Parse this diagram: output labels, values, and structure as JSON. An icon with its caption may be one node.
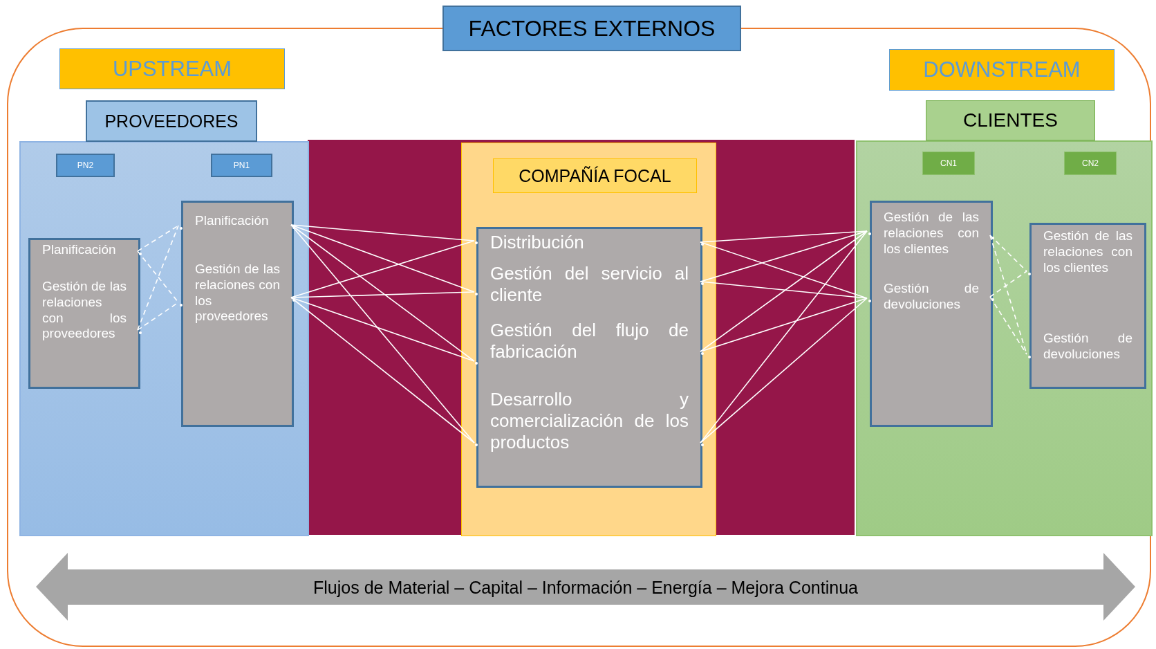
{
  "diagram": {
    "nodes": [
      {
        "text": [
          "FACTORES EXTERNOS"
        ]
      },
      {
        "text": [
          "UPSTREAM"
        ],
        "in": 0
      },
      {
        "text": [
          "DOWNSTREAM"
        ],
        "in": 0
      },
      {
        "text": [
          "PROVEEDORES"
        ],
        "in": 0
      },
      {
        "text": [
          "PN2"
        ],
        "in": 3
      },
      {
        "text": [
          "PN1"
        ],
        "in": 3
      },
      {
        "text": [],
        "shape": "box",
        "in": 3
      },
      {
        "text": [
          "Planificación"
        ],
        "in": 6
      },
      {
        "text": [
          "Gestión de las relaciones con los proveedores"
        ],
        "in": 6
      },
      {
        "text": [],
        "shape": "box",
        "in": 3
      },
      {
        "text": [
          "Planificación"
        ],
        "in": 9
      },
      {
        "text": [
          "Gestión de las relaciones con los proveedores"
        ],
        "in": 9
      },
      {
        "text": [
          "COMPAÑÍA FOCAL"
        ],
        "in": 0
      },
      {
        "text": [],
        "shape": "box",
        "in": 12
      },
      {
        "text": [
          "Distribución"
        ],
        "in": 13
      },
      {
        "text": [
          "Gestión del servicio al cliente"
        ],
        "in": 13
      },
      {
        "text": [
          "Gestión del flujo de fabricación"
        ],
        "in": 13
      },
      {
        "text": [
          "Desarrollo y comercialización de los productos"
        ],
        "in": 13
      },
      {
        "text": [
          "CLIENTES"
        ],
        "in": 0
      },
      {
        "text": [
          "CN1"
        ],
        "in": 18
      },
      {
        "text": [
          "CN2"
        ],
        "in": 18
      },
      {
        "text": [],
        "shape": "box",
        "in": 18
      },
      {
        "text": [
          "Gestión de las relaciones con los clientes"
        ],
        "in": 21
      },
      {
        "text": [
          "Gestión de devoluciones"
        ],
        "in": 21
      },
      {
        "text": [],
        "shape": "box",
        "in": 18
      },
      {
        "text": [
          "Gestión de las relaciones con los clientes"
        ],
        "in": 24
      },
      {
        "text": [
          "Gestión de devoluciones"
        ],
        "in": 24
      },
      {
        "text": [
          "Flujos de Material – Capital – Información – Energía – Mejora Continua"
        ],
        "in": 0
      }
    ],
    "edges": [
      {
        "from": 7,
        "to": 10,
        "arrow": "none",
        "style": "dashed"
      },
      {
        "from": 7,
        "to": 11,
        "arrow": "none",
        "style": "dashed"
      },
      {
        "from": 8,
        "to": 10,
        "arrow": "none",
        "style": "dashed"
      },
      {
        "from": 8,
        "to": 11,
        "arrow": "none",
        "style": "dashed"
      },
      {
        "from": 10,
        "to": 14,
        "arrow": "none"
      },
      {
        "from": 10,
        "to": 15,
        "arrow": "none"
      },
      {
        "from": 10,
        "to": 16,
        "arrow": "none"
      },
      {
        "from": 10,
        "to": 17,
        "arrow": "none"
      },
      {
        "from": 11,
        "to": 14,
        "arrow": "none"
      },
      {
        "from": 11,
        "to": 15,
        "arrow": "none"
      },
      {
        "from": 11,
        "to": 16,
        "arrow": "none"
      },
      {
        "from": 11,
        "to": 17,
        "arrow": "none"
      },
      {
        "from": 14,
        "to": 22,
        "arrow": "none"
      },
      {
        "from": 14,
        "to": 23,
        "arrow": "none"
      },
      {
        "from": 15,
        "to": 22,
        "arrow": "none"
      },
      {
        "from": 15,
        "to": 23,
        "arrow": "none"
      },
      {
        "from": 16,
        "to": 22,
        "arrow": "none"
      },
      {
        "from": 16,
        "to": 23,
        "arrow": "none"
      },
      {
        "from": 17,
        "to": 22,
        "arrow": "none"
      },
      {
        "from": 17,
        "to": 23,
        "arrow": "none"
      },
      {
        "from": 22,
        "to": 25,
        "arrow": "none",
        "style": "dashed"
      },
      {
        "from": 22,
        "to": 26,
        "arrow": "none",
        "style": "dashed"
      },
      {
        "from": 23,
        "to": 25,
        "arrow": "none",
        "style": "dashed"
      },
      {
        "from": 23,
        "to": 26,
        "arrow": "none",
        "style": "dashed"
      }
    ]
  }
}
